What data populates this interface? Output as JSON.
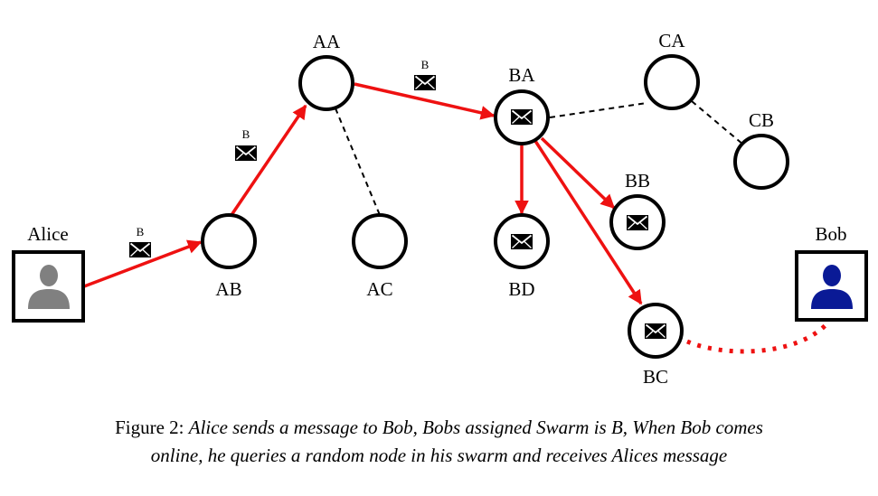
{
  "nodes": {
    "aa": "AA",
    "ab": "AB",
    "ac": "AC",
    "ba": "BA",
    "bb": "BB",
    "bc": "BC",
    "bd": "BD",
    "ca": "CA",
    "cb": "CB"
  },
  "actors": {
    "alice": "Alice",
    "bob": "Bob"
  },
  "message_tag": "B",
  "colors": {
    "route": "#ee1111",
    "bob_icon": "#0a1a96",
    "alice_icon": "#808080"
  },
  "caption": {
    "prefix": "Figure 2:",
    "line1": "Alice sends a message to Bob, Bobs assigned Swarm is B, When Bob comes",
    "line2": "online, he queries a random node in his swarm and receives Alices message"
  }
}
